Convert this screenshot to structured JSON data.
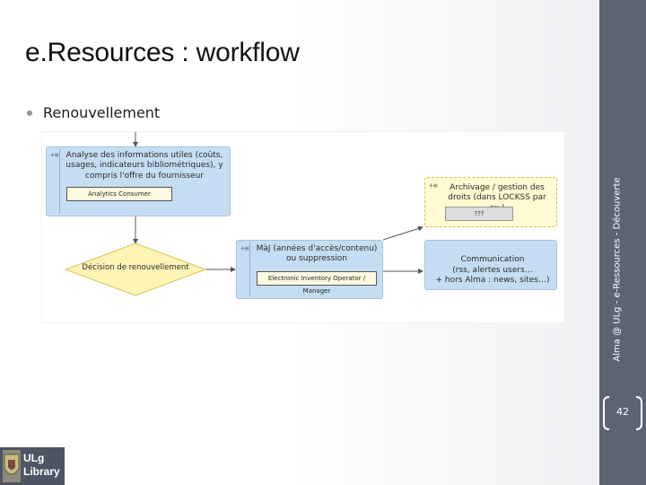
{
  "slide": {
    "title": "e.Resources : workflow",
    "bullet": "Renouvellement",
    "page_number": "42",
    "side_caption": "Alma @ ULg - e-Ressources - Découverte"
  },
  "diagram": {
    "box_analyse": {
      "text": "Analyse des informations utiles (coûts, usages, indicateurs bibliométriques), y compris l'offre du fournisseur",
      "role": "Analytics Consumer"
    },
    "decision": {
      "text": "Décision de renouvellement"
    },
    "box_maj": {
      "text": "MàJ (années d'accès/contenu) ou suppression",
      "role": "Electronic Inventory Operator / Manager"
    },
    "box_archivage": {
      "text": "Archivage / gestion des droits (dans LOCKSS par ex.)",
      "role": "???"
    },
    "box_communication": {
      "line1": "Communication",
      "line2": "(rss, alertes users…",
      "line3": "+ hors Alma : news, sites…)"
    },
    "expand_marker": "+≡"
  },
  "logo": {
    "line1": "ULg",
    "line2": "Library"
  },
  "colors": {
    "sidebar": "#5c6373",
    "task_box": "#c5ddf2",
    "decision": "#fdf4b6",
    "role_box": "#fffbe0"
  }
}
